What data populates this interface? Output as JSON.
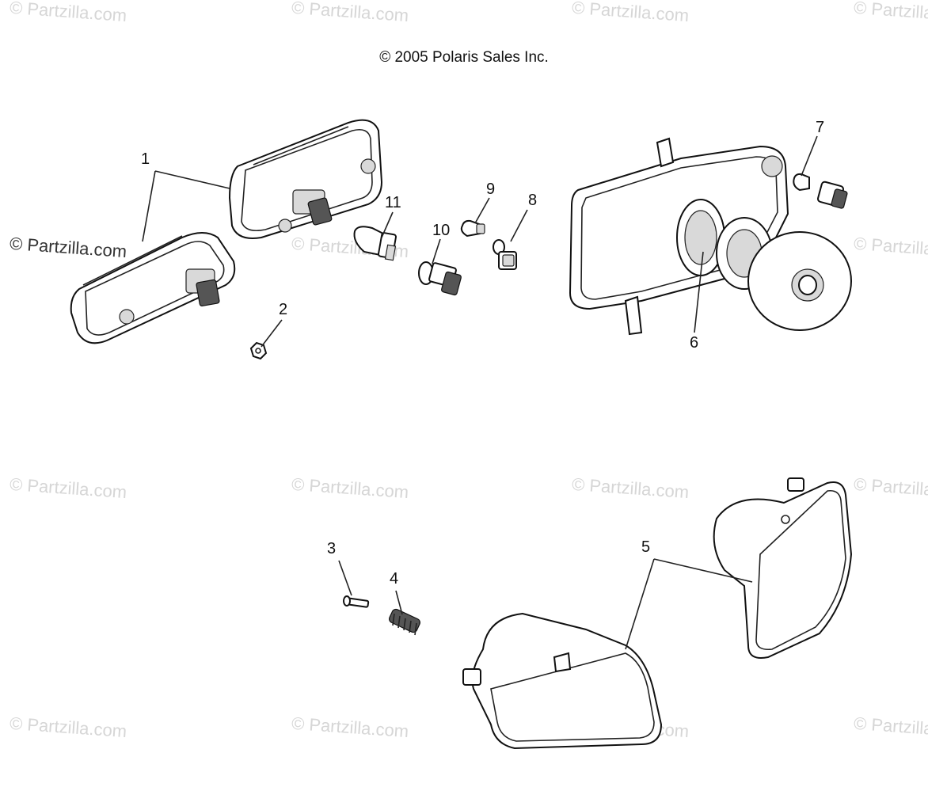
{
  "copyright": "© 2005 Polaris Sales Inc.",
  "watermark": "© Partzilla.com",
  "callouts": [
    {
      "id": "1",
      "label": "1"
    },
    {
      "id": "2",
      "label": "2"
    },
    {
      "id": "3",
      "label": "3"
    },
    {
      "id": "4",
      "label": "4"
    },
    {
      "id": "5",
      "label": "5"
    },
    {
      "id": "6",
      "label": "6"
    },
    {
      "id": "7",
      "label": "7"
    },
    {
      "id": "8",
      "label": "8"
    },
    {
      "id": "9",
      "label": "9"
    },
    {
      "id": "10",
      "label": "10"
    },
    {
      "id": "11",
      "label": "11"
    }
  ]
}
